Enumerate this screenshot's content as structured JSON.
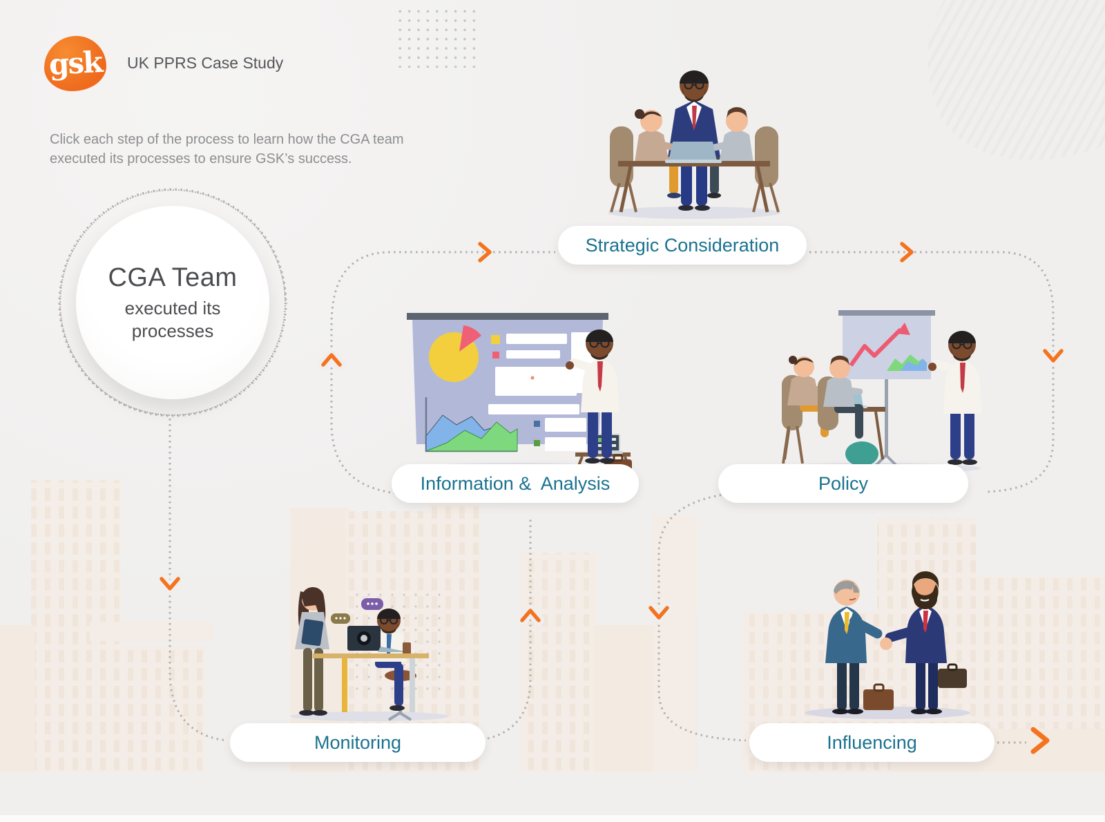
{
  "header": {
    "logo_text": "gsk",
    "title": "UK PPRS Case Study"
  },
  "intro": {
    "line1": "Click each step of the process to learn how the CGA team",
    "line2": "executed its processes to ensure GSK’s success."
  },
  "hub": {
    "title": "CGA Team",
    "subtitle": "executed its processes"
  },
  "steps": [
    {
      "id": "strategic-consideration",
      "label": "Strategic Consideration"
    },
    {
      "id": "information-analysis",
      "label": "Information &  Analysis"
    },
    {
      "id": "policy",
      "label": "Policy"
    },
    {
      "id": "monitoring",
      "label": "Monitoring"
    },
    {
      "id": "influencing",
      "label": "Influencing"
    }
  ],
  "icons": {
    "flow_direction_arrow": "chevron",
    "logo_mark": "gsk-orange-blob"
  },
  "colors": {
    "accent_orange": "#f4731f",
    "step_label_teal": "#1a7290",
    "logo_orange": "#ef6a1d",
    "background": "#f0efee",
    "path_dots": "#b3b1ae",
    "skyline_peach": "#f8ebe0"
  }
}
